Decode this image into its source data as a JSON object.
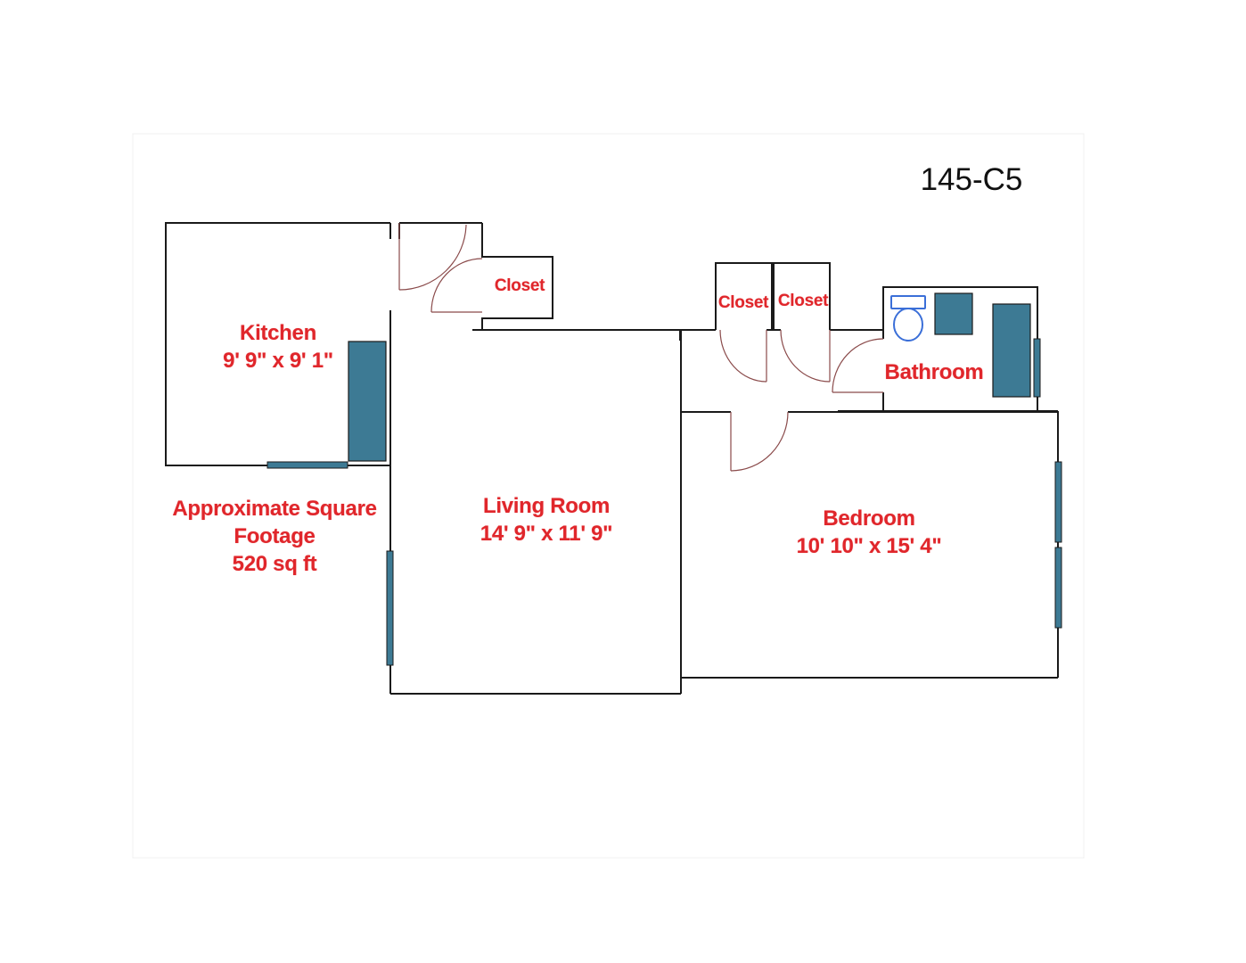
{
  "unit_id": "145-C5",
  "rooms": {
    "kitchen": {
      "name": "Kitchen",
      "dimensions": "9' 9\" x 9' 1\""
    },
    "living_room": {
      "name": "Living Room",
      "dimensions": "14' 9\" x 11' 9\""
    },
    "bedroom": {
      "name": "Bedroom",
      "dimensions": "10' 10\" x 15' 4\""
    },
    "bathroom": {
      "name": "Bathroom"
    },
    "closets": [
      {
        "name": "Closet"
      },
      {
        "name": "Closet"
      },
      {
        "name": "Closet"
      }
    ]
  },
  "square_footage": {
    "line1": "Approximate Square",
    "line2": "Footage",
    "line3": "520 sq ft"
  },
  "colors": {
    "label": "#e0262b",
    "fixture": "#3d7a94",
    "wall": "#1a1a1a",
    "toilet_outline": "#3b6fd8"
  }
}
